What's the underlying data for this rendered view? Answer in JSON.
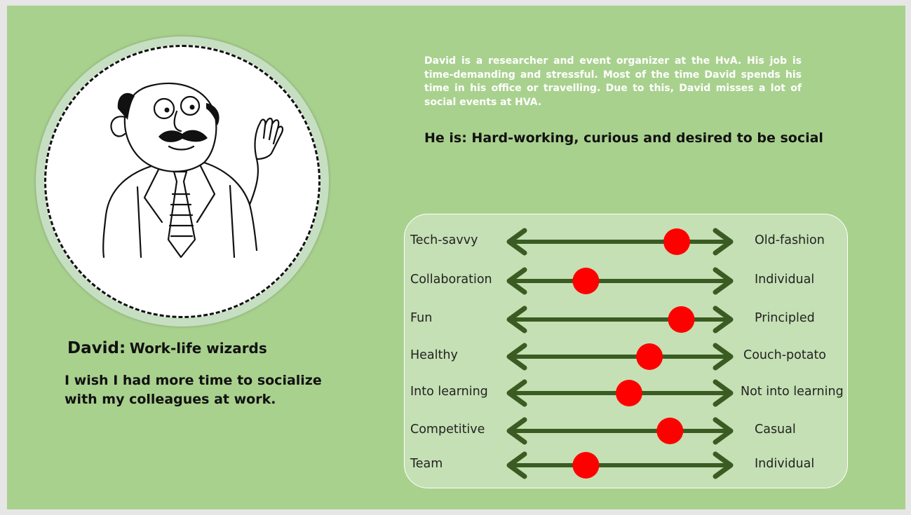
{
  "persona": {
    "name": "David:",
    "role": "Work-life wizards",
    "quote": "I wish I had more time to socialize with my colleagues at work.",
    "bio": "David is a researcher and event organizer at the HvA. His job is time-demanding and stressful. Most of the time David spends his time in his office or travelling. Due to this, David misses a lot of social events at HVA.",
    "traits": "He is: Hard-working, curious and desired to be social"
  },
  "colors": {
    "background": "#a9d18e",
    "panel": "#c5e0b4",
    "arrow": "#3a5b22",
    "marker": "#ff0000"
  },
  "scales": [
    {
      "left": "Tech-savvy",
      "right": "Old-fashion",
      "value": 0.75
    },
    {
      "left": "Collaboration",
      "right": "Individual",
      "value": 0.35
    },
    {
      "left": "Fun",
      "right": "Principled",
      "value": 0.77
    },
    {
      "left": "Healthy",
      "right": "Couch-potato",
      "value": 0.63
    },
    {
      "left": "Into learning",
      "right": "Not into learning",
      "value": 0.54
    },
    {
      "left": "Competitive",
      "right": "Casual",
      "value": 0.72
    },
    {
      "left": "Team",
      "right": "Individual",
      "value": 0.35
    }
  ]
}
